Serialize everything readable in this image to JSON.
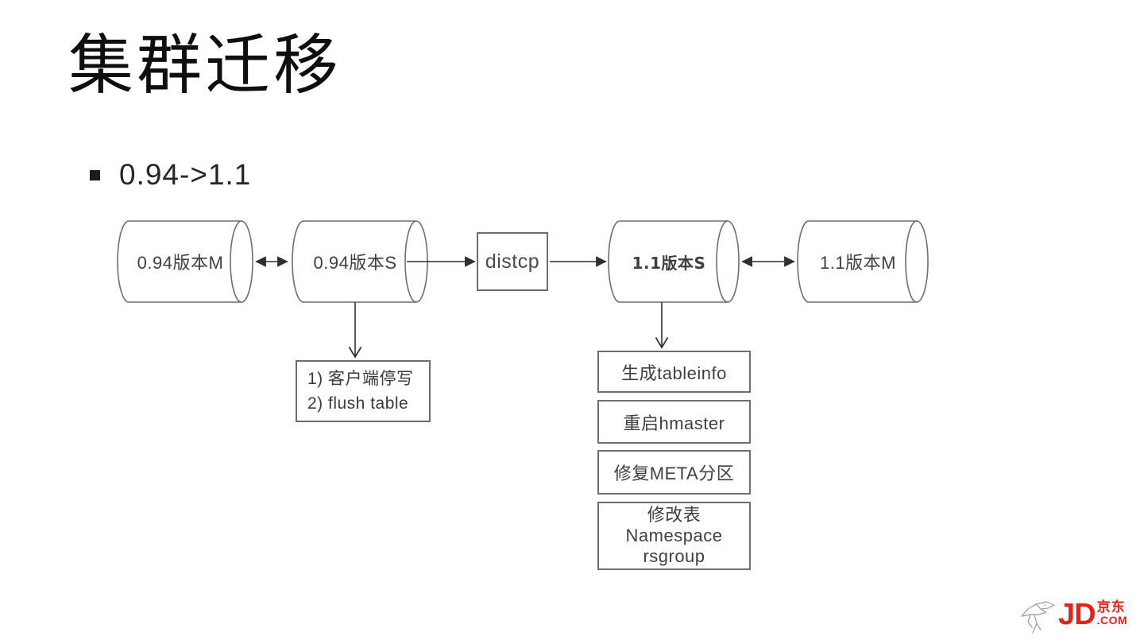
{
  "slide": {
    "title": "集群迁移",
    "bullet_text": "0.94->1.1"
  },
  "diagram": {
    "cylinders": [
      {
        "label": "0.94版本M"
      },
      {
        "label": "0.94版本S"
      },
      {
        "label": "1.1版本S"
      },
      {
        "label": "1.1版本M"
      }
    ],
    "process_box_label": "distcp",
    "left_note_box": {
      "line1": "1) 客户端停写",
      "line2": "2) flush table"
    },
    "right_step_boxes": [
      "生成tableinfo",
      "重启hmaster",
      "修复META分区"
    ],
    "right_multi_box": {
      "line1": "修改表",
      "line2": "Namespace",
      "line3": "rsgroup"
    }
  },
  "footer_logo": {
    "jd_text": "JD",
    "cn_text": "京东",
    "com_text": ".COM"
  },
  "colors": {
    "brand_red": "#e1251b",
    "diagram_line_gray": "#6e6e6e",
    "arrow_dark": "#2f2f2f"
  }
}
